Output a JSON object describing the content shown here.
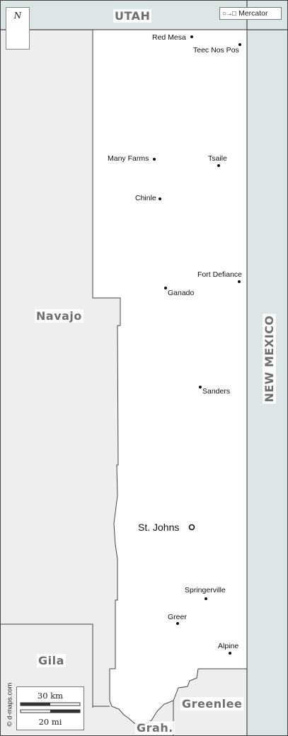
{
  "map": {
    "neighbors": {
      "north": "UTAH",
      "east": "NEW MEXICO",
      "west": "Navajo",
      "southwest": "Gila",
      "south": "Grah.",
      "southeast": "Greenlee"
    },
    "county_seat": "St. Johns",
    "places": [
      "Red Mesa",
      "Teec Nos Pos",
      "Many Farms",
      "Tsaile",
      "Chinle",
      "Fort Defiance",
      "Ganado",
      "Sanders",
      "Springerville",
      "Greer",
      "Alpine"
    ],
    "compass_letter": "N",
    "projection": "Mercator",
    "scale": {
      "km": "30 km",
      "mi": "20 mi"
    },
    "credit": "© d-maps.com",
    "colors": {
      "county_fill": "#ffffff",
      "land_fill": "#eeeeee",
      "state_fill": "#dde6e6",
      "border": "#444444",
      "neighbor_text": "#6f6f6f"
    }
  }
}
